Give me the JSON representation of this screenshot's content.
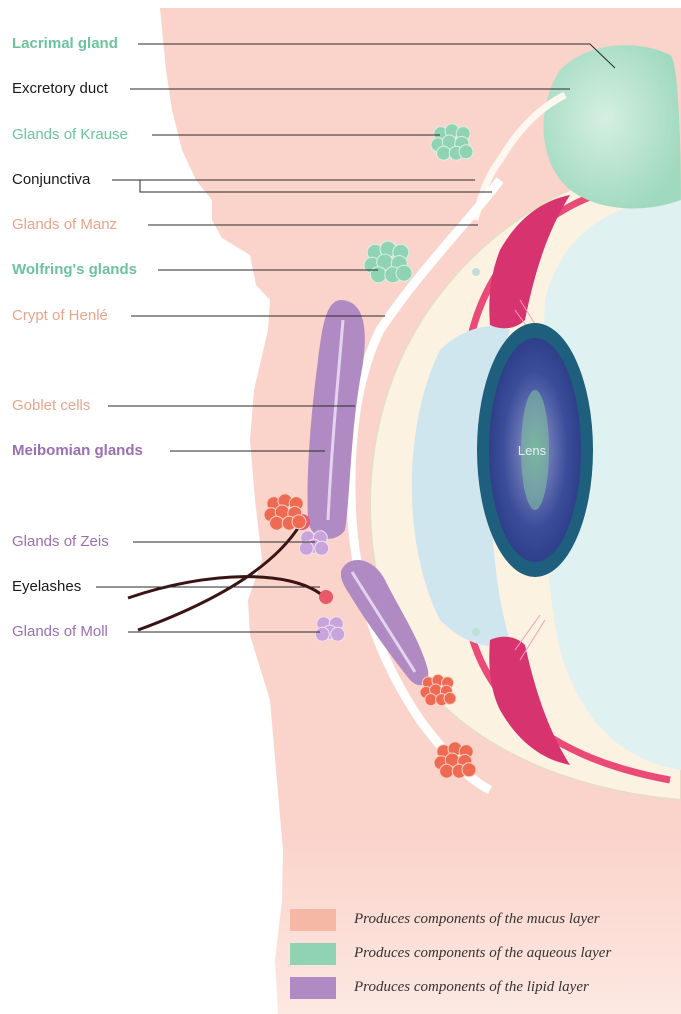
{
  "colors": {
    "mucus": "#f5b8a4",
    "aqueous": "#8fd3b2",
    "lipid": "#b08ac2",
    "mucus_text": "#e9a58c",
    "aqueous_text": "#6cc39d",
    "lipid_text": "#9a6fb3",
    "dark_text": "#1a1a1a",
    "conjunctival_red": "#ef6a52",
    "skin": "#fad3ca",
    "ciliary": "#d6336f",
    "lens_outer": "#1d5f7c"
  },
  "labels": [
    {
      "key": "lacrimal",
      "text": "Lacrimal gland",
      "color": "aqueous_text",
      "bold": true
    },
    {
      "key": "excretory",
      "text": "Excretory duct",
      "color": "dark_text",
      "bold": false
    },
    {
      "key": "krause",
      "text": "Glands of Krause",
      "color": "aqueous_text",
      "bold": false
    },
    {
      "key": "conjunctiva",
      "text": "Conjunctiva",
      "color": "dark_text",
      "bold": false
    },
    {
      "key": "manz",
      "text": "Glands of Manz",
      "color": "mucus_text",
      "bold": false
    },
    {
      "key": "wolfring",
      "text": "Wolfring's glands",
      "color": "aqueous_text",
      "bold": true
    },
    {
      "key": "henle",
      "text": "Crypt of Henlé",
      "color": "mucus_text",
      "bold": false
    },
    {
      "key": "goblet",
      "text": "Goblet cells",
      "color": "mucus_text",
      "bold": false
    },
    {
      "key": "meibomian",
      "text": "Meibomian glands",
      "color": "lipid_text",
      "bold": true
    },
    {
      "key": "zeis",
      "text": "Glands of Zeis",
      "color": "lipid_text",
      "bold": false
    },
    {
      "key": "eyelashes",
      "text": "Eyelashes",
      "color": "dark_text",
      "bold": false
    },
    {
      "key": "moll",
      "text": "Glands of Moll",
      "color": "lipid_text",
      "bold": false
    }
  ],
  "lens_label": "Lens",
  "legend": [
    {
      "text": "Produces components of the mucus layer",
      "color": "mucus"
    },
    {
      "text": "Produces components of the aqueous layer",
      "color": "aqueous"
    },
    {
      "text": "Produces components of the lipid layer",
      "color": "lipid"
    }
  ]
}
